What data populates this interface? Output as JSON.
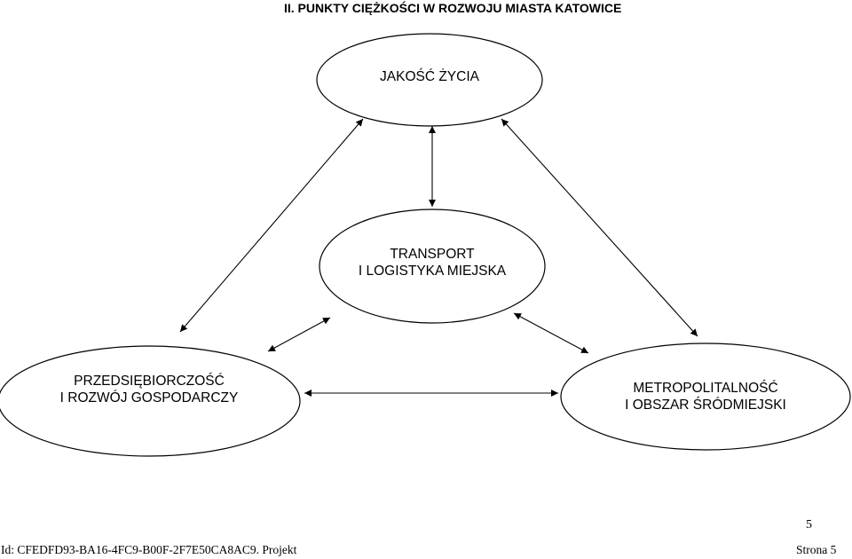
{
  "heading": "II. PUNKTY CIĘŻKOŚCI W ROZWOJU MIASTA KATOWICE",
  "nodes": {
    "quality": {
      "line1": "JAKOŚĆ ŻYCIA"
    },
    "transport": {
      "line1": "TRANSPORT",
      "line2": "I LOGISTYKA MIEJSKA"
    },
    "enterprise": {
      "line1": "PRZEDSIĘBIORCZOŚĆ",
      "line2": "I ROZWÓJ GOSPODARCZY"
    },
    "metro": {
      "line1": "METROPOLITALNOŚĆ",
      "line2": "I OBSZAR ŚRÓDMIEJSKI"
    }
  },
  "edges": [
    {
      "from": "quality",
      "to": "transport"
    },
    {
      "from": "quality",
      "to": "enterprise"
    },
    {
      "from": "quality",
      "to": "metro"
    },
    {
      "from": "transport",
      "to": "enterprise"
    },
    {
      "from": "transport",
      "to": "metro"
    },
    {
      "from": "enterprise",
      "to": "metro"
    }
  ],
  "page_number": "5",
  "footer": {
    "id": "Id: CFEDFD93-BA16-4FC9-B00F-2F7E50CA8AC9. Projekt",
    "page": "Strona 5"
  }
}
